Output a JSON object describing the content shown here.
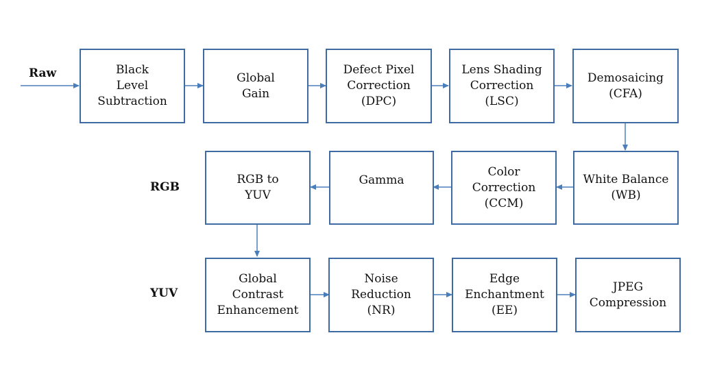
{
  "diagram": {
    "type": "flowchart",
    "colors": {
      "box_border": "#3e6aa3",
      "arrow": "#4a7ebb",
      "text": "#111111"
    },
    "row_labels": {
      "raw": "Raw",
      "rgb": "RGB",
      "yuv": "YUV"
    },
    "nodes": [
      {
        "id": "blc",
        "lines": [
          "Black",
          "Level",
          "Subtraction"
        ]
      },
      {
        "id": "gg",
        "lines": [
          "Global",
          "Gain"
        ]
      },
      {
        "id": "dpc",
        "lines": [
          "Defect Pixel",
          "Correction",
          "(DPC)"
        ]
      },
      {
        "id": "lsc",
        "lines": [
          "Lens Shading",
          "Correction",
          "(LSC)"
        ]
      },
      {
        "id": "cfa",
        "lines": [
          "Demosaicing",
          "(CFA)"
        ]
      },
      {
        "id": "wb",
        "lines": [
          "White Balance",
          "(WB)"
        ]
      },
      {
        "id": "ccm",
        "lines": [
          "Color",
          "Correction",
          "(CCM)"
        ]
      },
      {
        "id": "gamma",
        "lines": [
          "Gamma"
        ]
      },
      {
        "id": "rgb2yuv",
        "lines": [
          "RGB to",
          "YUV"
        ]
      },
      {
        "id": "gce",
        "lines": [
          "Global",
          "Contrast",
          "Enhancement"
        ]
      },
      {
        "id": "nr",
        "lines": [
          "Noise",
          "Reduction",
          "(NR)"
        ]
      },
      {
        "id": "ee",
        "lines": [
          "Edge",
          "Enchantment",
          "(EE)"
        ]
      },
      {
        "id": "jpeg",
        "lines": [
          "JPEG",
          "Compression"
        ]
      }
    ],
    "edges": [
      [
        "input",
        "blc"
      ],
      [
        "blc",
        "gg"
      ],
      [
        "gg",
        "dpc"
      ],
      [
        "dpc",
        "lsc"
      ],
      [
        "lsc",
        "cfa"
      ],
      [
        "cfa",
        "wb"
      ],
      [
        "wb",
        "ccm"
      ],
      [
        "ccm",
        "gamma"
      ],
      [
        "gamma",
        "rgb2yuv"
      ],
      [
        "rgb2yuv",
        "gce"
      ],
      [
        "gce",
        "nr"
      ],
      [
        "nr",
        "ee"
      ],
      [
        "ee",
        "jpeg"
      ]
    ]
  }
}
